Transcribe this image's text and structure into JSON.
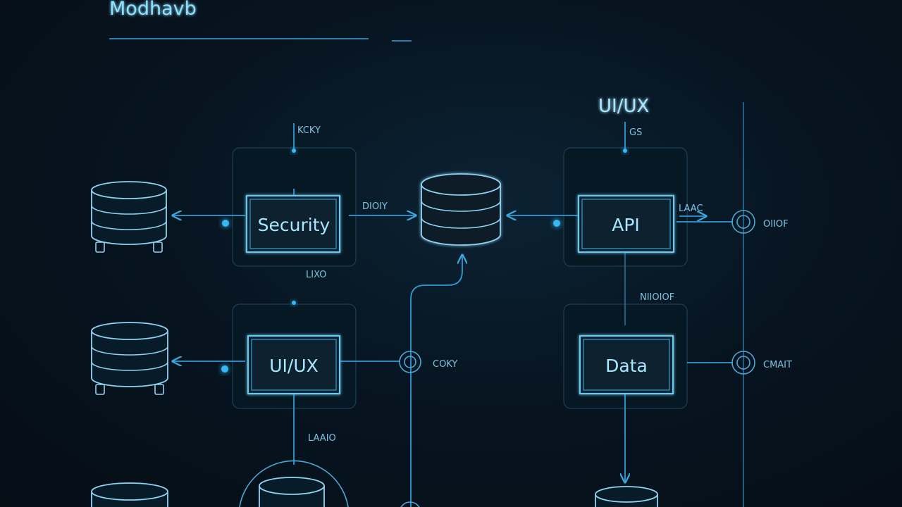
{
  "title": "Modhavb",
  "header_label": "UI/UX",
  "blocks": {
    "security": "Security",
    "uiux": "UI/UX",
    "api": "API",
    "data": "Data"
  },
  "labels": {
    "security_top": "KCKY",
    "api_top": "GS",
    "security_to_db": "DIOIY",
    "security_to_uiux": "LIXO",
    "api_left": "LAAC",
    "right_top": "OIIOF",
    "api_to_data": "NIIOIOF",
    "uiux_right": "COKY",
    "right_middle": "CMAIT",
    "uiux_bottom": "LAAIO"
  },
  "colors": {
    "accent": "#35b8f4",
    "line": "#4aa8d8",
    "background": "#071521"
  }
}
